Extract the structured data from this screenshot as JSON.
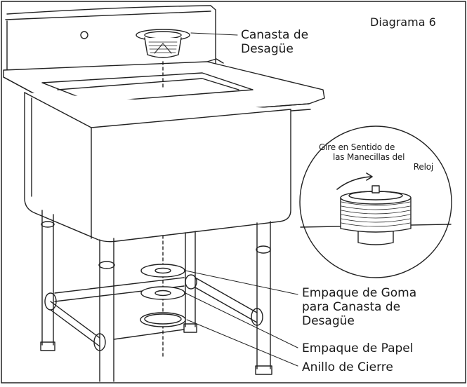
{
  "diagram": {
    "title": "Diagrama 6",
    "labels": {
      "canasta_line1": "Canasta de",
      "canasta_line2": "Desagüe",
      "gire_line1": "Gire en Sentido de",
      "gire_line2": "las Manecillas del",
      "gire_line3": "Reloj",
      "goma_line1": "Empaque de Goma",
      "goma_line2": "para Canasta de",
      "goma_line3": "Desagüe",
      "papel": "Empaque de Papel",
      "anillo": "Anillo de Cierre"
    }
  }
}
